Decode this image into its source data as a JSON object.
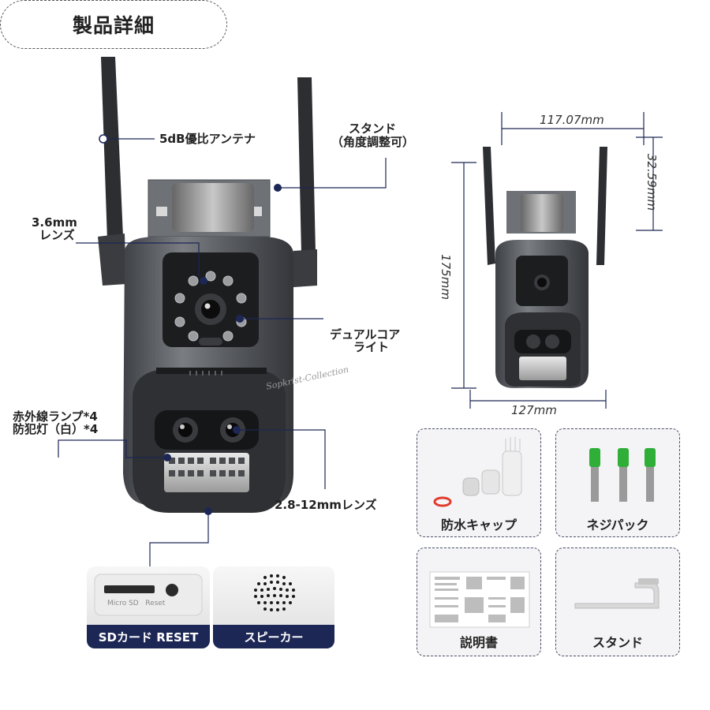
{
  "title": "製品詳細",
  "callouts": {
    "antenna": "5dB優比アンテナ",
    "stand_line1": "スタンド",
    "stand_line2": "（角度調整可）",
    "lens_line1": "3.6mm",
    "lens_line2": "レンズ",
    "dual_light_line1": "デュアルコア",
    "dual_light_line2": "ライト",
    "ir_line1": "赤外線ランプ*4",
    "ir_line2": "防犯灯（白）*4",
    "zoom_lens": "2.8-12mmレンズ"
  },
  "watermark": "Sopkrist-Collection",
  "dimensions": {
    "top_width": "117.07mm",
    "stand_height": "32.59mm",
    "height": "175mm",
    "bottom_width": "127mm"
  },
  "io_panels": [
    {
      "label": "SDカード RESET",
      "slot_text": "Micro SD   Reset"
    },
    {
      "label": "スピーカー"
    }
  ],
  "accessories": [
    {
      "label": "防水キャップ"
    },
    {
      "label": "ネジパック"
    },
    {
      "label": "説明書"
    },
    {
      "label": "スタンド"
    }
  ],
  "colors": {
    "accent_navy": "#1d2755",
    "camera_body": "#55585d",
    "screw_green": "#2fae38"
  }
}
